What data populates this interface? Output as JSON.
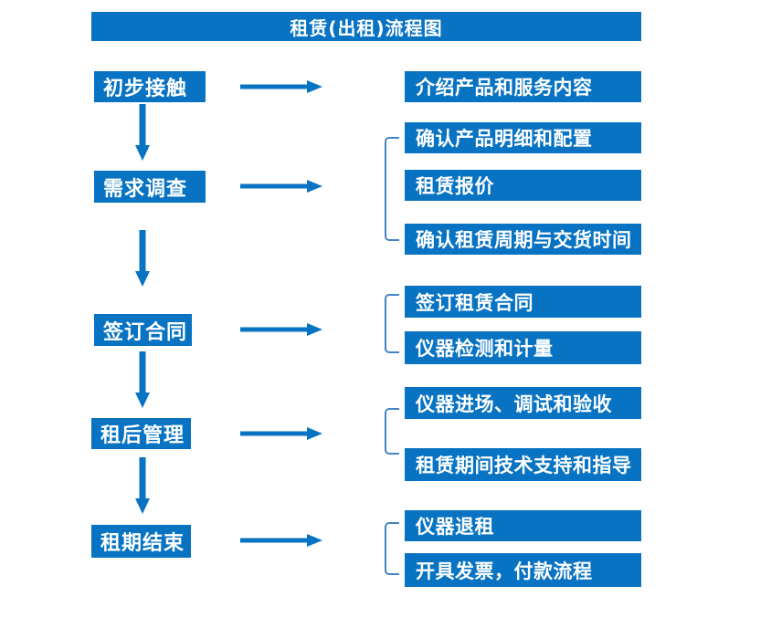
{
  "title": "租赁(出租)流程图",
  "colors": {
    "primary": "#0873C3",
    "bracket": "#4484C4",
    "box_text": "#FFFFFF",
    "background": "#FFFFFF"
  },
  "flow": {
    "steps": [
      {
        "label": "初步接触",
        "outputs": [
          "介绍产品和服务内容"
        ]
      },
      {
        "label": "需求调查",
        "outputs": [
          "确认产品明细和配置",
          "租赁报价",
          "确认租赁周期与交货时间"
        ]
      },
      {
        "label": "签订合同",
        "outputs": [
          "签订租赁合同",
          "仪器检测和计量"
        ]
      },
      {
        "label": "租后管理",
        "outputs": [
          "仪器进场、调试和验收",
          "租赁期间技术支持和指导"
        ]
      },
      {
        "label": "租期结束",
        "outputs": [
          "仪器退租",
          "开具发票，付款流程"
        ]
      }
    ]
  }
}
